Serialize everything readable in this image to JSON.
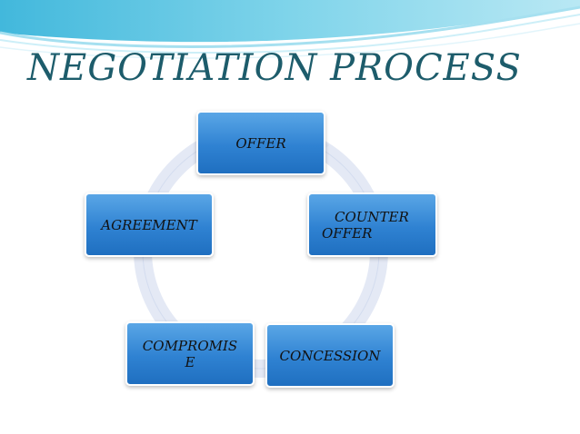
{
  "slide": {
    "title": "NEGOTIATION PROCESS"
  },
  "cycle": {
    "steps": [
      {
        "lines": [
          "OFFER"
        ]
      },
      {
        "lines": [
          "COUNTER",
          "OFFER"
        ]
      },
      {
        "lines": [
          "CONCESSION"
        ]
      },
      {
        "lines": [
          "COMPROMIS",
          "E"
        ]
      },
      {
        "lines": [
          "AGREEMENT"
        ]
      }
    ]
  },
  "colors": {
    "title": "#1d5c6b",
    "box_top": "#5aa6e6",
    "box_bottom": "#1f6fc0",
    "ring": "#dfe6f4",
    "wave": "#5cc6e2"
  }
}
